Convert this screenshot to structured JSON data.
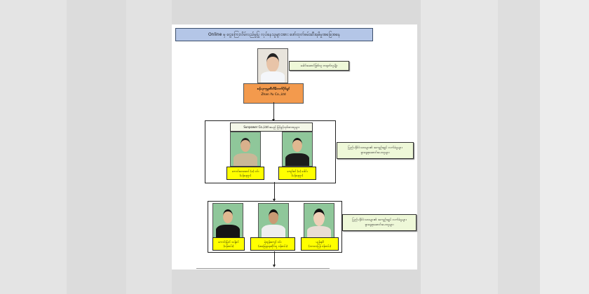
{
  "title": "Online မှ ငွေကြေးလိမ်လည်မှုပြု လုပ်နေသူများအား ဖော်ထုတ်ဖမ်းဆီးရမိမှုအခြေအနေ",
  "leader": {
    "note": "ခေါင်းဆောင်ဖြစ်သူ တရုတ်လူမျိုး",
    "company_mm": "ဇန်ယုကုမ္ပဏီလီမိတက်ပိုင်ရှင်",
    "company_en": "Zhan Yu Co.,Ltd"
  },
  "group1": {
    "header": "Sunpower Co.,Ltd အမည် ဖြင့်ဖွင့်လှစ်ထားသူများ",
    "note_line1": "ပြည်ပနိုင်ငံသားများ၏ အကျဉ်းချုပ် လက်ခံမှုများ",
    "note_line2": "ရှာဖွေစုဆောင်းပေးသူများ",
    "members": [
      {
        "name": "ကောင်းဝေအောင် (ခ) ဝင်း",
        "role": "(မန်နေဂျာ)"
      },
      {
        "name": "ကျော်ဇင် (ခ) ဒေါင်း",
        "role": "(မန်နေဂျာ)"
      }
    ]
  },
  "group2": {
    "note_line1": "ပြည်ပနိုင်ငံသားများ၏ အကျဉ်းချုပ် လက်ခံမှုများ",
    "note_line2": "ရှာဖွေစုဆောင်းပေးသူများ",
    "members": [
      {
        "name": "ကောင်းမြတ် သန့်စင်",
        "role": "(ဝန်ထမ်း)"
      },
      {
        "name": "ရဲထွန်းကျော် ဝင်း",
        "role": "(အခြေချနေထိုင်သူ ဝန်ထမ်း)"
      },
      {
        "name": "ယွန်းနဒီ",
        "role": "(ဘာသာပြန် ဝန်ထမ်း)"
      }
    ]
  }
}
